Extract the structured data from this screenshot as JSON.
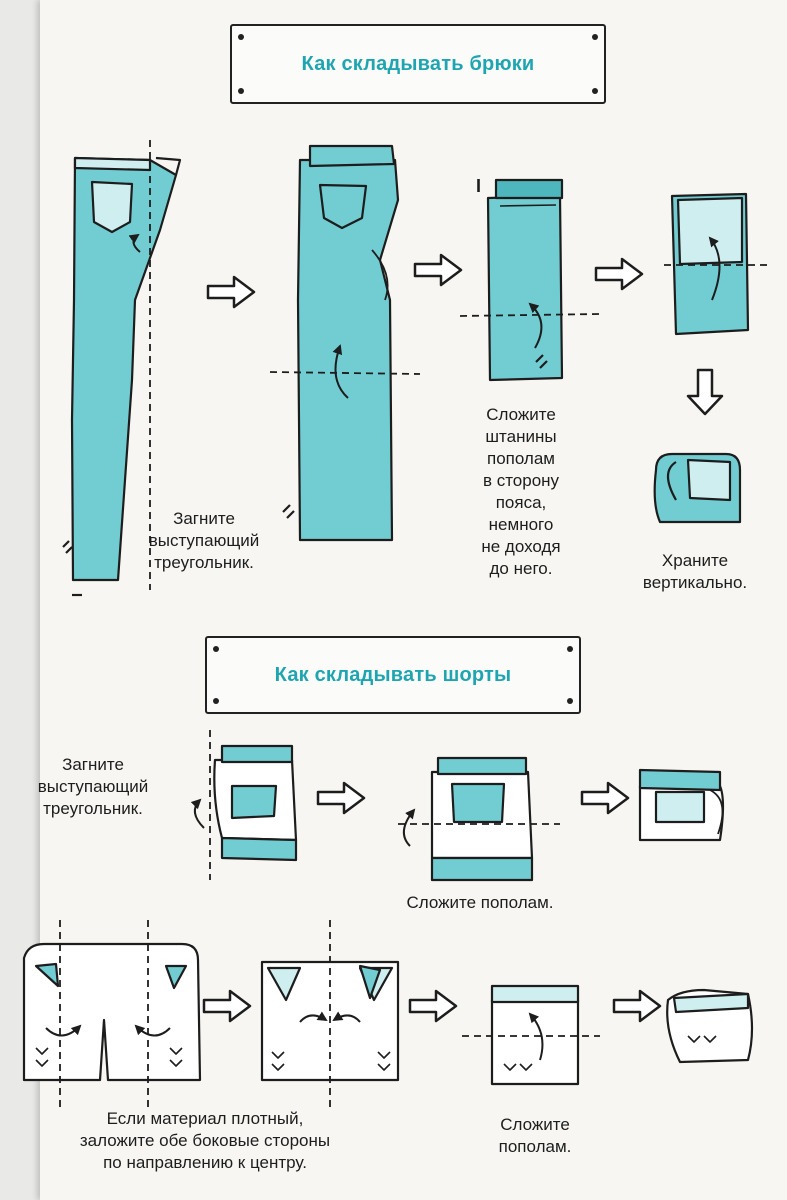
{
  "pants_section": {
    "title": "Как складывать брюки",
    "step1_caption": "Загните\nвыступающий\nтреугольник.",
    "step2_caption": "Сложите\nштанины\nпополам\nв сторону\nпояса,\nнемного\nне доходя\nдо него.",
    "step3_caption": "Храните\nвертикально.",
    "marker_label": "I"
  },
  "shorts_section": {
    "title": "Как складывать шорты",
    "step1_caption": "Загните\nвыступающий\nтреугольник.",
    "step2_caption": "Сложите пополам.",
    "thick_caption": "Если материал плотный,\nзаложите обе боковые стороны\nпо направлению к центру.",
    "thick_fold_caption": "Сложите\nпополам."
  },
  "colors": {
    "accent_teal": "#1fa5b1",
    "denim_fill": "#72cdd3",
    "denim_dark": "#4eb6bd",
    "light_fill": "#cfeef0",
    "ink": "#1d1d1d",
    "page": "#f7f6f2"
  }
}
